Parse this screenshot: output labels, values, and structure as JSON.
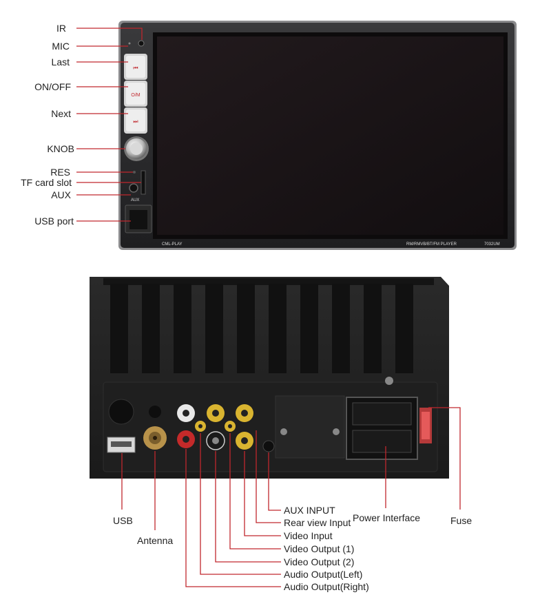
{
  "front_panel": {
    "labels": {
      "ir": "IR",
      "mic": "MIC",
      "last": "Last",
      "onoff": "ON/OFF",
      "next": "Next",
      "knob": "KNOB",
      "res": "RES",
      "tf": "TF card slot",
      "aux": "AUX",
      "usb": "USB port"
    },
    "bezel_text": {
      "brand": "CML-PLAY",
      "player": "RM/RMVB/BT/FM PLAYER",
      "model": "7032UM",
      "aux_mark": "AUX"
    }
  },
  "rear_panel": {
    "labels": {
      "usb": "USB",
      "antenna": "Antenna",
      "aux_input": "AUX INPUT",
      "rear_view": "Rear view Input",
      "video_input": "Video Input",
      "video_out1": "Video Output (1)",
      "video_out2": "Video Output (2)",
      "audio_left": "Audio Output(Left)",
      "audio_right": "Audio Output(Right)",
      "power": "Power Interface",
      "fuse": "Fuse"
    }
  },
  "colors": {
    "leader": "#c0272d",
    "screen": "#1a1416",
    "bezel": "#2b2b2d",
    "rca_white": "#e8e8e8",
    "rca_yellow": "#d9b430",
    "rca_red": "#c42a2a",
    "antenna_gold": "#b8924a"
  }
}
